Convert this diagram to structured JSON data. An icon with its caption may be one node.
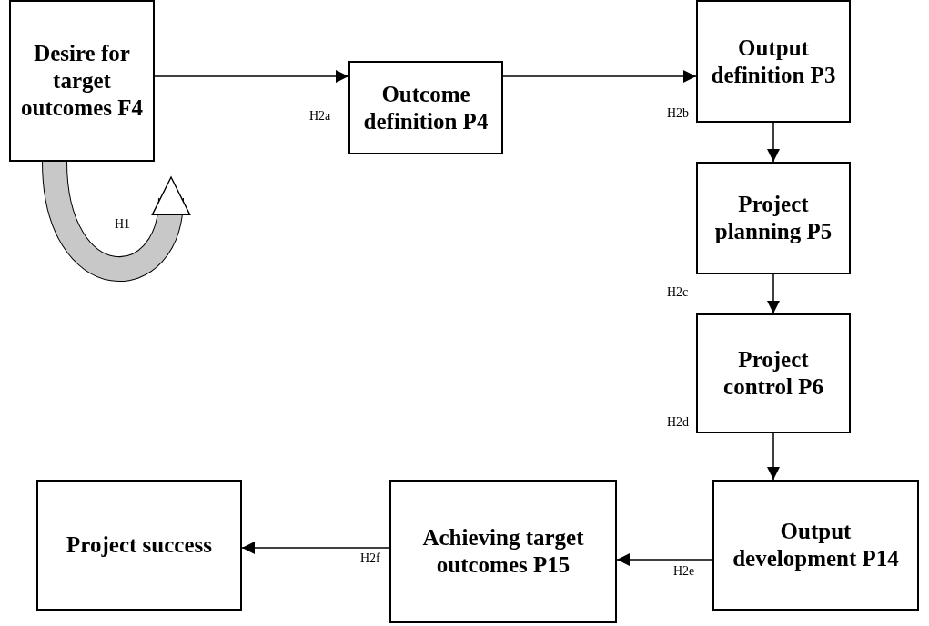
{
  "diagram": {
    "nodes": [
      {
        "text": [
          "Desire for target outcomes F4"
        ]
      },
      {
        "text": [
          "Outcome definition P4"
        ]
      },
      {
        "text": [
          "Output definition P3"
        ]
      },
      {
        "text": [
          "Project planning P5"
        ]
      },
      {
        "text": [
          "Project control P6"
        ]
      },
      {
        "text": [
          "Output development P14"
        ]
      },
      {
        "text": [
          "Achieving target outcomes P15"
        ]
      },
      {
        "text": [
          "Project success"
        ]
      }
    ],
    "edges": [
      {
        "from": 0,
        "to": 0,
        "arrow": "to",
        "style": "thick",
        "color": "#c8c8c8"
      },
      {
        "from": 0,
        "to": 1,
        "arrow": "to"
      },
      {
        "from": 1,
        "to": 2,
        "arrow": "to"
      },
      {
        "from": 2,
        "to": 3,
        "arrow": "to"
      },
      {
        "from": 3,
        "to": 4,
        "arrow": "to"
      },
      {
        "from": 4,
        "to": 5,
        "arrow": "to"
      },
      {
        "from": 5,
        "to": 6,
        "arrow": "to"
      },
      {
        "from": 6,
        "to": 7,
        "arrow": "to"
      }
    ],
    "labels": [
      "H1",
      "H2a",
      "H2b",
      "H2c",
      "H2d",
      "H2e",
      "H2f"
    ]
  }
}
